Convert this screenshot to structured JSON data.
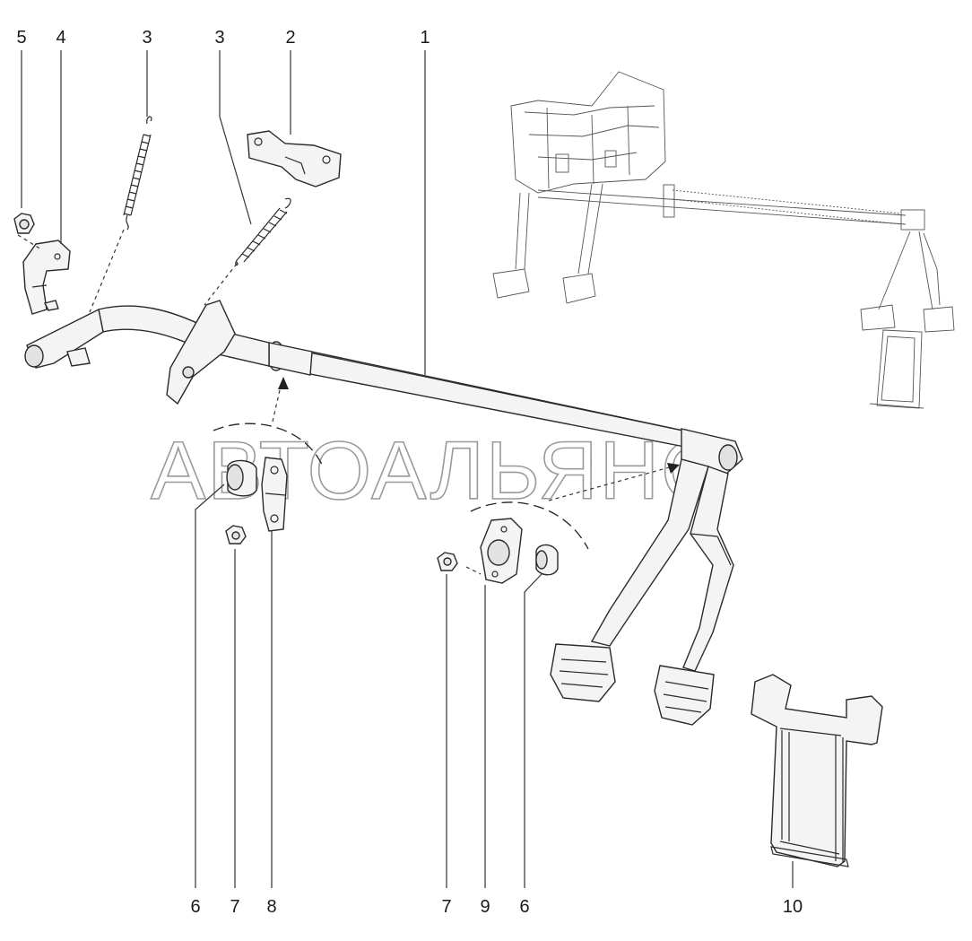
{
  "watermark": "АВТОАЛЬЯНС",
  "callouts": {
    "top": [
      "5",
      "4",
      "3",
      "3",
      "2",
      "1"
    ],
    "bottom": [
      "6",
      "7",
      "8",
      "7",
      "9",
      "6",
      "10"
    ]
  },
  "colors": {
    "line": "#2a2a2a",
    "fill": "#f4f4f4",
    "watermark": "#9a9a9a"
  }
}
